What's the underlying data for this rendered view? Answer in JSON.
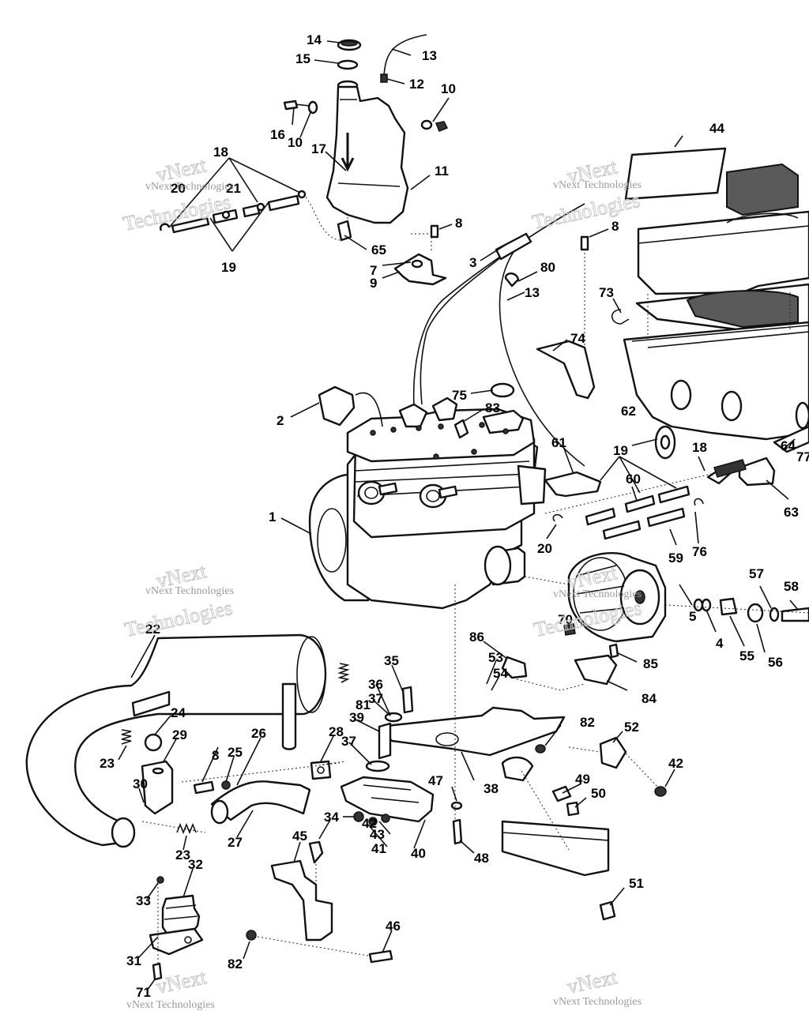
{
  "watermark": {
    "line1": "vNext",
    "line2": "Technologies",
    "line3": "vNext Technologies"
  },
  "callouts": {
    "c1": "1",
    "c2": "2",
    "c3": "3",
    "c4": "4",
    "c5": "5",
    "c7": "7",
    "c8a": "8",
    "c8b": "8",
    "c8c": "8",
    "c9": "9",
    "c10a": "10",
    "c10b": "10",
    "c11": "11",
    "c12": "12",
    "c13a": "13",
    "c13b": "13",
    "c14": "14",
    "c15": "15",
    "c16": "16",
    "c17": "17",
    "c18a": "18",
    "c18b": "18",
    "c19a": "19",
    "c19b": "19",
    "c20a": "20",
    "c20b": "20",
    "c21": "21",
    "c22": "22",
    "c23a": "23",
    "c23b": "23",
    "c24": "24",
    "c25": "25",
    "c26": "26",
    "c27": "27",
    "c28": "28",
    "c29": "29",
    "c30": "30",
    "c31": "31",
    "c32": "32",
    "c33": "33",
    "c34": "34",
    "c35": "35",
    "c36": "36",
    "c37a": "37",
    "c37b": "37",
    "c38": "38",
    "c39": "39",
    "c40": "40",
    "c41": "41",
    "c42a": "42",
    "c42b": "42",
    "c43": "43",
    "c44": "44",
    "c45": "45",
    "c46": "46",
    "c47": "47",
    "c48": "48",
    "c49": "49",
    "c50": "50",
    "c51": "51",
    "c52": "52",
    "c53": "53",
    "c54": "54",
    "c55": "55",
    "c56": "56",
    "c57": "57",
    "c58": "58",
    "c59": "59",
    "c60": "60",
    "c61": "61",
    "c62": "62",
    "c63": "63",
    "c64": "64",
    "c65": "65",
    "c70": "70",
    "c71": "71",
    "c73": "73",
    "c74": "74",
    "c75": "75",
    "c76": "76",
    "c77": "77",
    "c80": "80",
    "c81": "81",
    "c82a": "82",
    "c82b": "82",
    "c83": "83",
    "c84": "84",
    "c85": "85",
    "c86": "86"
  }
}
